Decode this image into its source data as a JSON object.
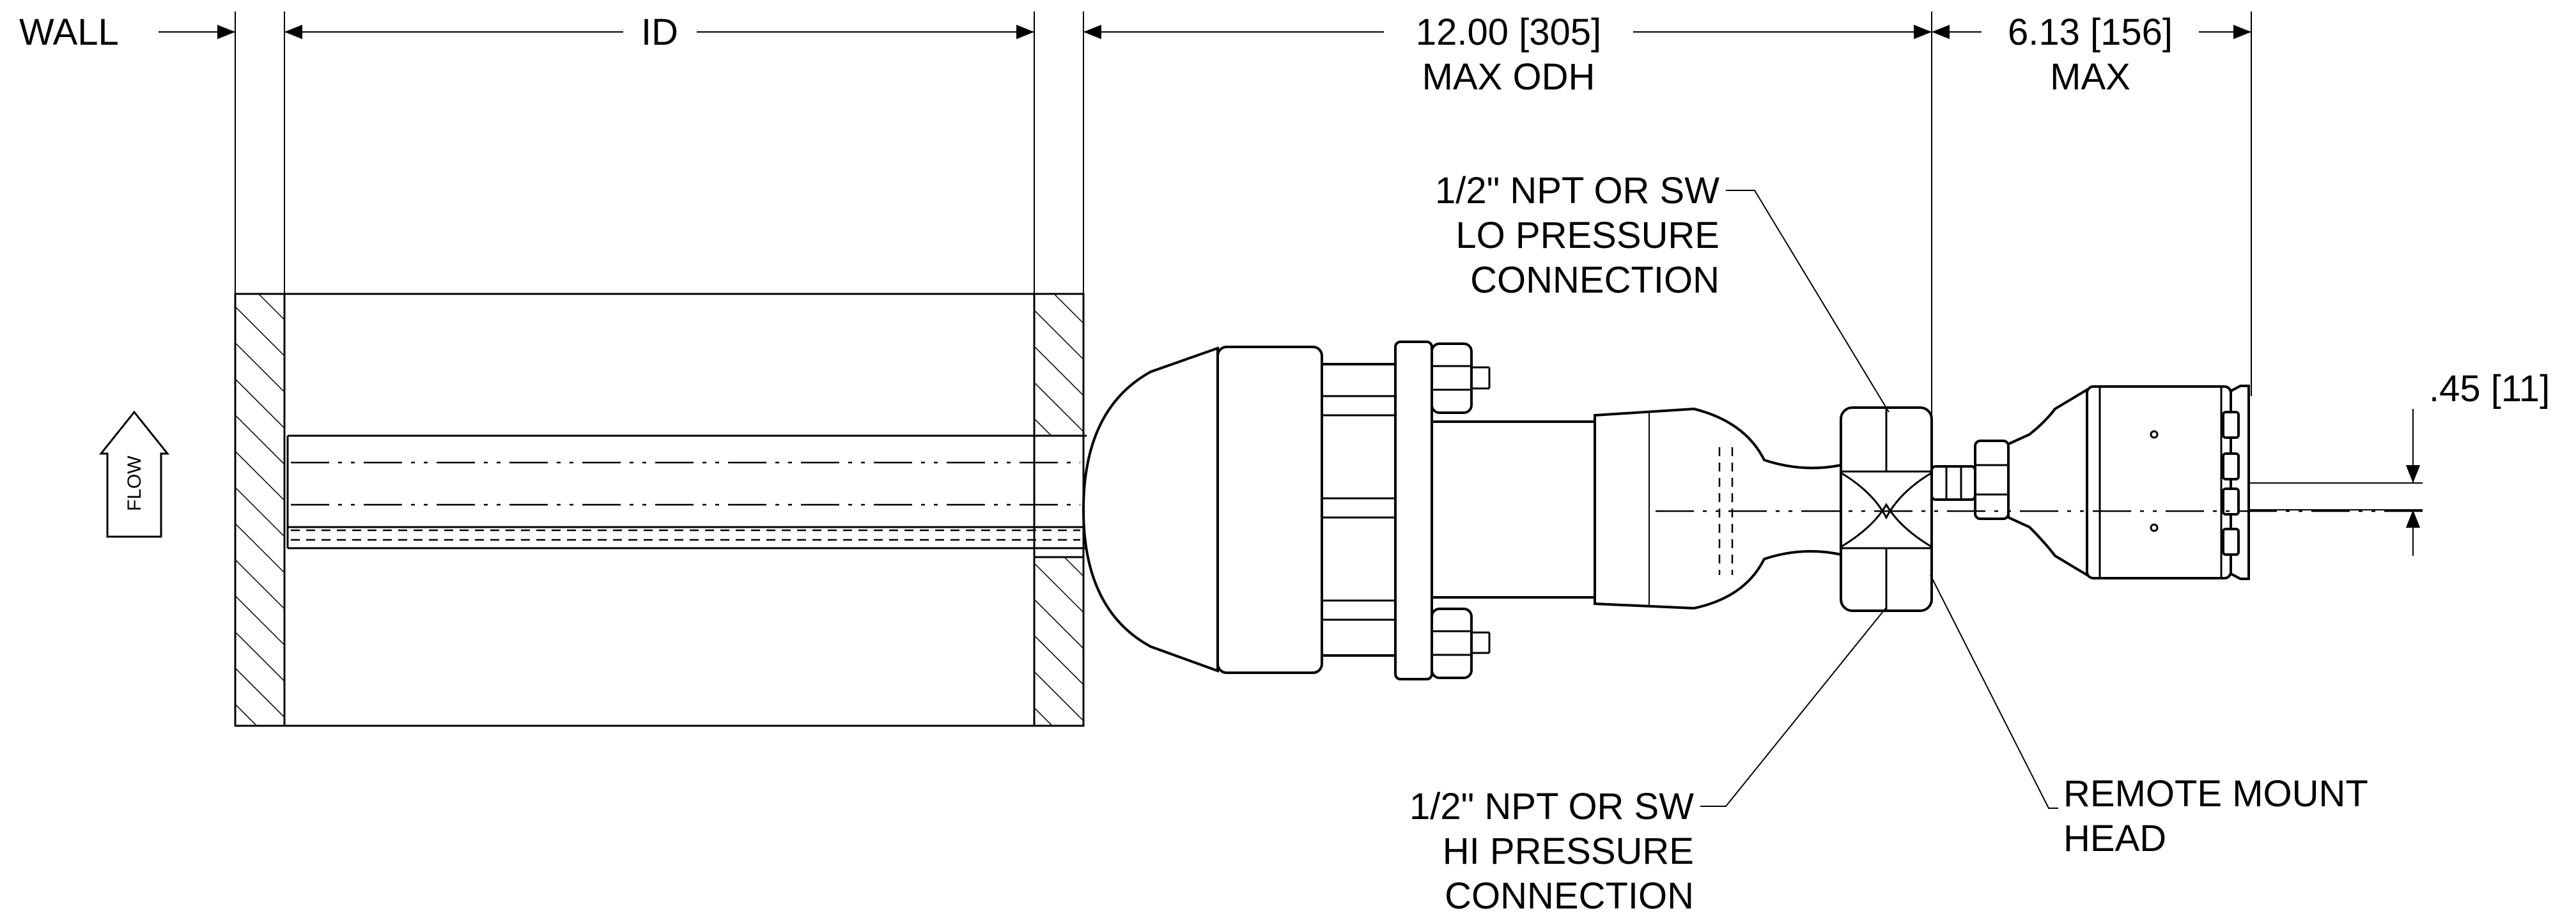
{
  "dimensions": {
    "wall": "WALL",
    "id": "ID",
    "odh_value": "12.00 [305]",
    "odh_label": "MAX ODH",
    "head_value": "6.13 [156]",
    "head_label": "MAX",
    "offset_value": ".45 [11]"
  },
  "flow_label": "FLOW",
  "callouts": {
    "lo": [
      "1/2\" NPT OR SW",
      "LO PRESSURE",
      "CONNECTION"
    ],
    "hi": [
      "1/2\" NPT OR SW",
      "HI PRESSURE",
      "CONNECTION"
    ],
    "remote": [
      "REMOTE MOUNT",
      "HEAD"
    ]
  }
}
